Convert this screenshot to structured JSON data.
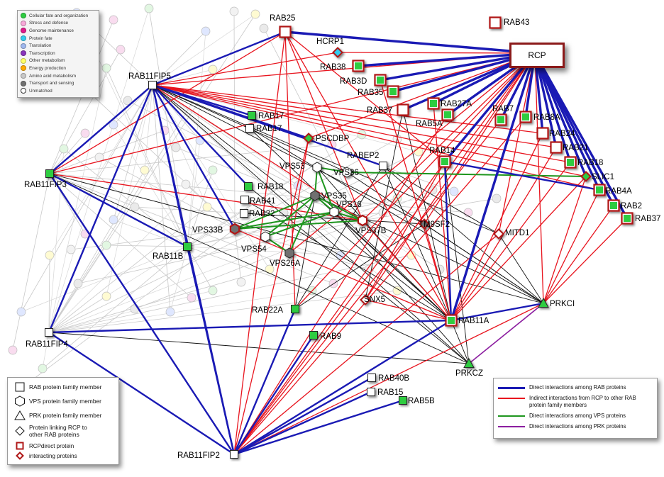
{
  "legend_categories": [
    {
      "label": "Cellular fate and organization",
      "color": "#2ecc40"
    },
    {
      "label": "Stress and defense",
      "color": "#f7a8d8"
    },
    {
      "label": "Genome maintenance",
      "color": "#e0198a"
    },
    {
      "label": "Protein fate",
      "color": "#33ccee"
    },
    {
      "label": "Translation",
      "color": "#a0b8ee"
    },
    {
      "label": "Transcription",
      "color": "#8833bb"
    },
    {
      "label": "Other metabolism",
      "color": "#ffff66"
    },
    {
      "label": "Energy production",
      "color": "#ffaa00"
    },
    {
      "label": "Amino acid metabolism",
      "color": "#c8c8c8"
    },
    {
      "label": "Transport and sensing",
      "color": "#707070"
    },
    {
      "label": "Unmatched",
      "color": "#ffffff"
    }
  ],
  "legend_shapes": [
    {
      "shape": "square",
      "label": "RAB protein family member"
    },
    {
      "shape": "hexagon",
      "label": "VPS protein family member"
    },
    {
      "shape": "triangle",
      "label": "PRK protein family member"
    },
    {
      "shape": "diamond",
      "label": "Protein linking RCP to other RAB proteins"
    },
    {
      "shape": "red-square",
      "label": "RCPdirect protein"
    },
    {
      "shape": "red-diamond",
      "label": "interacting proteins"
    }
  ],
  "legend_edges": [
    {
      "label": "Direct interactions among RAB proteins",
      "color": "#1a1ab4",
      "kind": "blue"
    },
    {
      "label": "Indirect interactions from RCP to other RAB protein family members",
      "color": "#e8141e",
      "kind": "red"
    },
    {
      "label": "Direct interactions among VPS proteins",
      "color": "#1e961e",
      "kind": "green"
    },
    {
      "label": "Direct interactions among PRK proteins",
      "color": "#8c1ea0",
      "kind": "purple"
    }
  ],
  "hub_label": "RCP",
  "nodes": [
    {
      "id": "RAB25",
      "label": "RAB25",
      "shape": "square",
      "fill": "#ffffff",
      "border": "red"
    },
    {
      "id": "RAB43",
      "label": "RAB43",
      "shape": "square",
      "fill": "#ffffff",
      "border": "red"
    },
    {
      "id": "HCRP1",
      "label": "HCRP1",
      "shape": "diamond",
      "fill": "#33ccee",
      "border": "red"
    },
    {
      "id": "RAB38",
      "label": "RAB38",
      "shape": "square",
      "fill": "#2ecc40",
      "border": "red"
    },
    {
      "id": "RAB3D",
      "label": "RAB3D",
      "shape": "square",
      "fill": "#2ecc40",
      "border": "red"
    },
    {
      "id": "RAB35",
      "label": "RAB35",
      "shape": "square",
      "fill": "#2ecc40",
      "border": "red"
    },
    {
      "id": "RAB37a",
      "label": "RAB37",
      "shape": "square",
      "fill": "#ffffff",
      "border": "red"
    },
    {
      "id": "RAB27A",
      "label": "RAB27A",
      "shape": "square",
      "fill": "#2ecc40",
      "border": "red"
    },
    {
      "id": "RAB5A",
      "label": "RAB5A",
      "shape": "square",
      "fill": "#2ecc40",
      "border": "red"
    },
    {
      "id": "RAB7",
      "label": "RAB7",
      "shape": "square",
      "fill": "#2ecc40",
      "border": "red"
    },
    {
      "id": "RAB8A",
      "label": "RAB8A",
      "shape": "square",
      "fill": "#2ecc40",
      "border": "red"
    },
    {
      "id": "RAB24",
      "label": "RAB24",
      "shape": "square",
      "fill": "#ffffff",
      "border": "red"
    },
    {
      "id": "RAB21",
      "label": "RAB21",
      "shape": "square",
      "fill": "#ffffff",
      "border": "red"
    },
    {
      "id": "RAB18a",
      "label": "RAB18",
      "shape": "square",
      "fill": "#2ecc40",
      "border": "red"
    },
    {
      "id": "SLIC1",
      "label": "SLIC1",
      "shape": "diamond",
      "fill": "#2ecc40",
      "border": "red"
    },
    {
      "id": "RAB4A",
      "label": "RAB4A",
      "shape": "square",
      "fill": "#2ecc40",
      "border": "red"
    },
    {
      "id": "RAB2",
      "label": "RAB2",
      "shape": "square",
      "fill": "#2ecc40",
      "border": "red"
    },
    {
      "id": "RAB37b",
      "label": "RAB37",
      "shape": "square",
      "fill": "#2ecc40",
      "border": "red"
    },
    {
      "id": "RAB14",
      "label": "RAB14",
      "shape": "square",
      "fill": "#2ecc40",
      "border": "red"
    },
    {
      "id": "RAB11FIP5",
      "label": "RAB11FIP5",
      "shape": "square",
      "fill": "#ffffff",
      "border": "black"
    },
    {
      "id": "RAB17a",
      "label": "RAB17",
      "shape": "square",
      "fill": "#2ecc40",
      "border": "black"
    },
    {
      "id": "RAB17b",
      "label": "RAB17",
      "shape": "square",
      "fill": "#ffffff",
      "border": "black"
    },
    {
      "id": "PSCDBP",
      "label": "PSCDBP",
      "shape": "diamond",
      "fill": "#2ecc40",
      "border": "red"
    },
    {
      "id": "RABEP2",
      "label": "RABEP2",
      "shape": "square",
      "fill": "#ffffff",
      "border": "black"
    },
    {
      "id": "RAB11FIP3",
      "label": "RAB11FIP3",
      "shape": "square",
      "fill": "#2ecc40",
      "border": "black"
    },
    {
      "id": "VPS53",
      "label": "VPS53",
      "shape": "hexagon",
      "fill": "#ffffff",
      "border": "black"
    },
    {
      "id": "VPS36",
      "label": "VPS36",
      "shape": "hexagon",
      "fill": "#ffffff",
      "border": "black"
    },
    {
      "id": "RAB18b",
      "label": "RAB18",
      "shape": "square",
      "fill": "#2ecc40",
      "border": "black"
    },
    {
      "id": "VPS35",
      "label": "VPS35",
      "shape": "hexagon",
      "fill": "#707070",
      "border": "black"
    },
    {
      "id": "RAB41",
      "label": "RAB41",
      "shape": "square",
      "fill": "#ffffff",
      "border": "black"
    },
    {
      "id": "VPS16",
      "label": "VPS16",
      "shape": "hexagon",
      "fill": "#ffffff",
      "border": "black"
    },
    {
      "id": "RAB32",
      "label": "RAB32",
      "shape": "square",
      "fill": "#ffffff",
      "border": "black"
    },
    {
      "id": "TM9SF2",
      "label": "TM9SF2",
      "shape": "diamond",
      "fill": "#707070",
      "border": "red"
    },
    {
      "id": "VPS33B",
      "label": "VPS33B",
      "shape": "hexagon",
      "fill": "#707070",
      "border": "red"
    },
    {
      "id": "VPS37B",
      "label": "VPS37B",
      "shape": "hexagon",
      "fill": "#ffffff",
      "border": "red"
    },
    {
      "id": "MITD1",
      "label": "MITD1",
      "shape": "diamond",
      "fill": "#ffffff",
      "border": "red"
    },
    {
      "id": "VPS54",
      "label": "VPS54",
      "shape": "hexagon",
      "fill": "#ffffff",
      "border": "black"
    },
    {
      "id": "RAB11B",
      "label": "RAB11B",
      "shape": "square",
      "fill": "#2ecc40",
      "border": "black"
    },
    {
      "id": "VPS26A",
      "label": "VPS26A",
      "shape": "hexagon",
      "fill": "#707070",
      "border": "black"
    },
    {
      "id": "SNX5",
      "label": "SNX5",
      "shape": "diamond",
      "fill": "#ffffff",
      "border": "red"
    },
    {
      "id": "RAB22A",
      "label": "RAB22A",
      "shape": "square",
      "fill": "#2ecc40",
      "border": "black"
    },
    {
      "id": "RAB11A",
      "label": "RAB11A",
      "shape": "square",
      "fill": "#2ecc40",
      "border": "red"
    },
    {
      "id": "PRKCI",
      "label": "PRKCI",
      "shape": "triangle",
      "fill": "#2ecc40",
      "border": "black"
    },
    {
      "id": "RAB11FIP4",
      "label": "RAB11FIP4",
      "shape": "square",
      "fill": "#ffffff",
      "border": "black"
    },
    {
      "id": "RAB9",
      "label": "RAB9",
      "shape": "square",
      "fill": "#2ecc40",
      "border": "black"
    },
    {
      "id": "PRKCZ",
      "label": "PRKCZ",
      "shape": "triangle",
      "fill": "#2ecc40",
      "border": "black"
    },
    {
      "id": "RAB40B",
      "label": "RAB40B",
      "shape": "square",
      "fill": "#ffffff",
      "border": "black"
    },
    {
      "id": "RAB15",
      "label": "RAB15",
      "shape": "square",
      "fill": "#ffffff",
      "border": "black"
    },
    {
      "id": "RAB5B",
      "label": "RAB5B",
      "shape": "square",
      "fill": "#2ecc40",
      "border": "black"
    },
    {
      "id": "RAB11FIP2",
      "label": "RAB11FIP2",
      "shape": "square",
      "fill": "#ffffff",
      "border": "black"
    }
  ],
  "edges": {
    "blue": [
      [
        "RCP",
        "RAB25"
      ],
      [
        "RCP",
        "RAB38"
      ],
      [
        "RCP",
        "RAB3D"
      ],
      [
        "RCP",
        "RAB35"
      ],
      [
        "RCP",
        "RAB27A"
      ],
      [
        "RCP",
        "RAB5A"
      ],
      [
        "RCP",
        "RAB7"
      ],
      [
        "RCP",
        "RAB8A"
      ],
      [
        "RCP",
        "RAB24"
      ],
      [
        "RCP",
        "RAB21"
      ],
      [
        "RCP",
        "RAB18a"
      ],
      [
        "RCP",
        "SLIC1"
      ],
      [
        "RCP",
        "RAB4A"
      ],
      [
        "RCP",
        "RAB2"
      ],
      [
        "RCP",
        "RAB37b"
      ],
      [
        "RCP",
        "RAB14"
      ],
      [
        "RCP",
        "RAB11A"
      ],
      [
        "RCP",
        "RAB37a"
      ],
      [
        "RAB11FIP5",
        "RAB11FIP3"
      ],
      [
        "RAB11FIP5",
        "RAB11FIP4"
      ],
      [
        "RAB11FIP5",
        "RAB11B"
      ],
      [
        "RAB11FIP5",
        "RAB17a"
      ],
      [
        "RAB11FIP5",
        "RAB18b"
      ],
      [
        "RAB11FIP5",
        "VPS33B"
      ],
      [
        "RAB11FIP5",
        "RAB11FIP2"
      ],
      [
        "RAB11FIP5",
        "PSCDBP"
      ],
      [
        "RAB11FIP5",
        "RABEP2"
      ],
      [
        "RAB11FIP3",
        "RAB11B"
      ],
      [
        "RAB11FIP3",
        "RAB11FIP2"
      ],
      [
        "RAB11FIP4",
        "RAB11FIP2"
      ],
      [
        "RAB11FIP4",
        "RAB11A"
      ],
      [
        "RAB11FIP2",
        "RAB11A"
      ],
      [
        "RAB11FIP2",
        "RAB9"
      ],
      [
        "RAB11FIP2",
        "RAB5B"
      ],
      [
        "RAB11FIP2",
        "RAB22A"
      ],
      [
        "RAB11FIP2",
        "RAB11B"
      ],
      [
        "RAB11A",
        "PRKCI"
      ],
      [
        "RAB14",
        "RAB11A"
      ],
      [
        "RAB14",
        "RAB4A"
      ],
      [
        "RAB11FIP2",
        "RAB15"
      ],
      [
        "RAB11FIP2",
        "RAB40B"
      ],
      [
        "RAB11FIP5",
        "RAB25"
      ]
    ],
    "red": [
      [
        "RAB25",
        "RAB11FIP5"
      ],
      [
        "RAB25",
        "RAB11FIP3"
      ],
      [
        "RAB25",
        "RAB11FIP2"
      ],
      [
        "RAB25",
        "RAB11A"
      ],
      [
        "RAB25",
        "RCP"
      ],
      [
        "RAB25",
        "RAB14"
      ],
      [
        "RAB25",
        "VPS37B"
      ],
      [
        "RAB11FIP5",
        "RCP"
      ],
      [
        "RAB11FIP5",
        "RAB18a"
      ],
      [
        "RAB11FIP5",
        "RAB24"
      ],
      [
        "RAB11FIP5",
        "RAB4A"
      ],
      [
        "RAB11FIP5",
        "SLIC1"
      ],
      [
        "RAB11FIP5",
        "RAB21"
      ],
      [
        "RAB11FIP5",
        "VPS37B"
      ],
      [
        "RAB11FIP3",
        "VPS37B"
      ],
      [
        "RAB11FIP3",
        "RCP"
      ],
      [
        "HCRP1",
        "RAB11FIP5"
      ],
      [
        "HCRP1",
        "RCP"
      ],
      [
        "RCP",
        "PRKCI"
      ],
      [
        "RCP",
        "VPS37B"
      ],
      [
        "RCP",
        "TM9SF2"
      ],
      [
        "RCP",
        "MITD1"
      ],
      [
        "RCP",
        "SNX5"
      ],
      [
        "RCP",
        "VPS26A"
      ],
      [
        "RCP",
        "RAB22A"
      ],
      [
        "RCP",
        "RAB11FIP2"
      ],
      [
        "RCP",
        "PSCDBP"
      ],
      [
        "RAB2",
        "PRKCI"
      ],
      [
        "RAB37b",
        "PRKCI"
      ],
      [
        "RAB4A",
        "PRKCI"
      ],
      [
        "RAB18a",
        "RAB11A"
      ],
      [
        "RAB21",
        "RAB11A"
      ],
      [
        "RAB24",
        "RAB11A"
      ],
      [
        "RAB8A",
        "RAB11FIP2"
      ],
      [
        "RAB7",
        "RAB11FIP2"
      ],
      [
        "SLIC1",
        "RAB11A"
      ],
      [
        "SLIC1",
        "PRKCI"
      ],
      [
        "PSCDBP",
        "RAB11FIP2"
      ],
      [
        "VPS37B",
        "RAB11A"
      ],
      [
        "TM9SF2",
        "RAB11A"
      ],
      [
        "MITD1",
        "RAB11FIP2"
      ],
      [
        "SNX5",
        "RAB11A"
      ],
      [
        "VPS33B",
        "RAB11A"
      ],
      [
        "RAB14",
        "RAB11FIP2"
      ],
      [
        "RAB14",
        "SNX5"
      ],
      [
        "RAB11A",
        "RAB11FIP2"
      ],
      [
        "PRKCI",
        "RAB11FIP2"
      ],
      [
        "RAB5A",
        "RAB11FIP2"
      ],
      [
        "RAB27A",
        "RAB11A"
      ],
      [
        "RAB3D",
        "RAB11A"
      ],
      [
        "PSCDBP",
        "VPS26A"
      ],
      [
        "RAB25",
        "RAB22A"
      ]
    ],
    "green": [
      [
        "VPS33B",
        "VPS35"
      ],
      [
        "VPS33B",
        "VPS37B"
      ],
      [
        "VPS33B",
        "VPS16"
      ],
      [
        "VPS35",
        "VPS26A"
      ],
      [
        "VPS35",
        "VPS37B"
      ],
      [
        "VPS54",
        "VPS16"
      ],
      [
        "VPS54",
        "VPS26A"
      ],
      [
        "VPS53",
        "VPS16"
      ],
      [
        "VPS36",
        "SLIC1"
      ],
      [
        "VPS36",
        "VPS53"
      ],
      [
        "VPS35",
        "VPS16"
      ],
      [
        "VPS16",
        "VPS37B"
      ],
      [
        "VPS54",
        "VPS35"
      ],
      [
        "VPS53",
        "VPS35"
      ]
    ],
    "purple": [
      [
        "PRKCZ",
        "PRKCI"
      ]
    ],
    "black": [
      [
        "RAB11FIP5",
        "VPS37B"
      ],
      [
        "RAB11FIP5",
        "TM9SF2"
      ],
      [
        "RAB11FIP5",
        "MITD1"
      ],
      [
        "RAB11FIP5",
        "RAB11A"
      ],
      [
        "RAB11FIP5",
        "PRKCZ"
      ],
      [
        "RAB11FIP5",
        "RABEP2"
      ],
      [
        "RAB11FIP5",
        "VPS36"
      ],
      [
        "RAB11FIP3",
        "PRKCI"
      ],
      [
        "RAB11FIP3",
        "PRKCZ"
      ],
      [
        "RAB11FIP4",
        "PRKCZ"
      ],
      [
        "RAB11FIP4",
        "RAB11A"
      ],
      [
        "RABEP2",
        "RAB11A"
      ],
      [
        "RABEP2",
        "PRKCI"
      ],
      [
        "RABEP2",
        "RAB22A"
      ],
      [
        "RABEP2",
        "MITD1"
      ],
      [
        "RAB17b",
        "RAB11A"
      ],
      [
        "RAB17b",
        "PRKCI"
      ],
      [
        "RAB22A",
        "VPS35"
      ],
      [
        "RAB22A",
        "TM9SF2"
      ],
      [
        "VPS35",
        "RAB11A"
      ],
      [
        "VPS35",
        "PRKCI"
      ],
      [
        "VPS16",
        "RAB11A"
      ],
      [
        "VPS16",
        "PRKCZ"
      ],
      [
        "RAB37a",
        "SNX5"
      ],
      [
        "RAB37a",
        "RAB11A"
      ],
      [
        "RAB14",
        "PRKCZ"
      ],
      [
        "TM9SF2",
        "PRKCI"
      ],
      [
        "TM9SF2",
        "RAB11A"
      ],
      [
        "MITD1",
        "PRKCI"
      ],
      [
        "SNX5",
        "RAB11A"
      ],
      [
        "RAB11A",
        "PRKCZ"
      ],
      [
        "SNX5",
        "RAB14"
      ],
      [
        "RAB41",
        "RAB11A"
      ],
      [
        "RAB32",
        "TM9SF2"
      ],
      [
        "RAB18b",
        "PRKCZ"
      ],
      [
        "VPS53",
        "RAB11A"
      ],
      [
        "VPS36",
        "PRKCI"
      ]
    ]
  }
}
